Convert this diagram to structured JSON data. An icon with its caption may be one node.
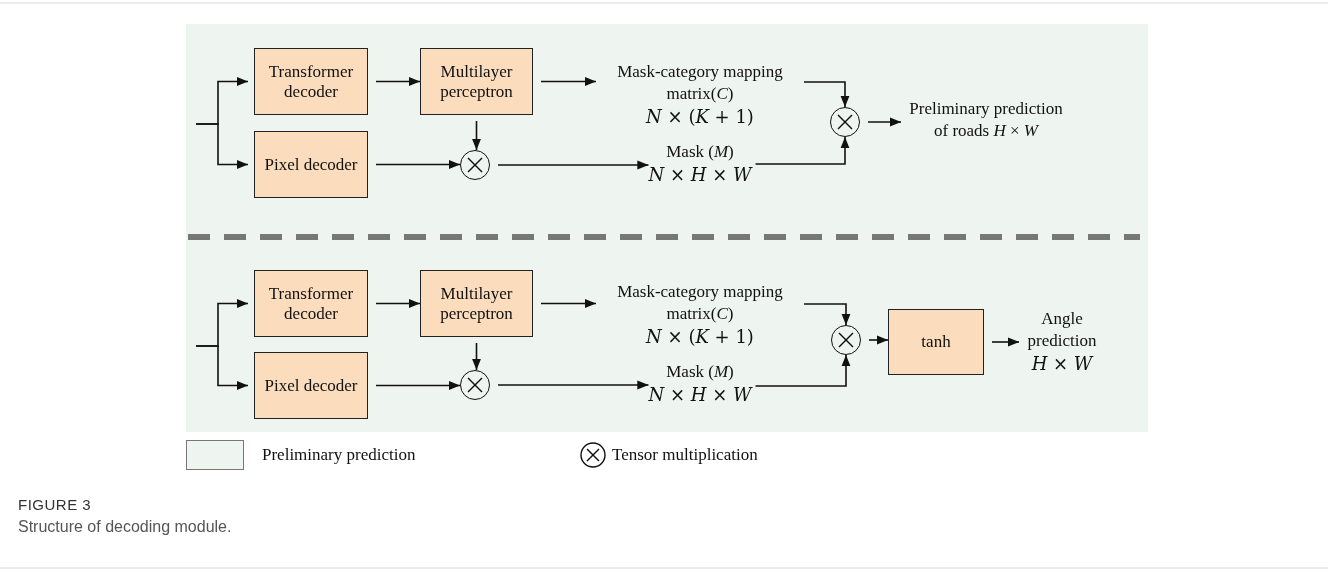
{
  "diagram": {
    "caption": "Structure of decoding module.",
    "nodes": [
      {
        "text": [],
        "shape": "box"
      },
      {
        "text": [
          "Transformer decoder"
        ],
        "in": 0
      },
      {
        "text": [
          "Multilayer perceptron"
        ],
        "in": 0
      },
      {
        "text": [
          "Pixel decoder"
        ],
        "in": 0
      },
      {
        "text": [],
        "shape": "circle",
        "in": 0
      },
      {
        "text": [
          "Mask-category mapping matrix(*C*)",
          "*N* × (*K* + 1)"
        ],
        "in": 0
      },
      {
        "text": [
          "Mask (*M*)",
          "*N* × *H* × *W*"
        ],
        "in": 0
      },
      {
        "text": [],
        "shape": "circle",
        "in": 0
      },
      {
        "text": [
          "Preliminary prediction of roads *H* × *W*"
        ],
        "in": 0
      },
      {
        "text": [
          "Transformer decoder"
        ],
        "in": 0
      },
      {
        "text": [
          "Multilayer perceptron"
        ],
        "in": 0
      },
      {
        "text": [
          "Pixel decoder"
        ],
        "in": 0
      },
      {
        "text": [],
        "shape": "circle",
        "in": 0
      },
      {
        "text": [
          "Mask-category mapping matrix(*C*)",
          "*N* × (*K* + 1)"
        ],
        "in": 0
      },
      {
        "text": [
          "Mask (*M*)",
          "*N* × *H* × *W*"
        ],
        "in": 0
      },
      {
        "text": [],
        "shape": "circle",
        "in": 0
      },
      {
        "text": [
          "tanh"
        ],
        "in": 0
      },
      {
        "text": [
          "Angle prediction",
          "*H* × *W*"
        ],
        "in": 0
      }
    ],
    "edges": [
      {
        "from": null,
        "to": 1,
        "arrow": "to"
      },
      {
        "from": null,
        "to": 3,
        "arrow": "to"
      },
      {
        "from": 1,
        "to": 2,
        "arrow": "to"
      },
      {
        "from": 2,
        "to": 4,
        "arrow": "to"
      },
      {
        "from": 3,
        "to": 4,
        "arrow": "to"
      },
      {
        "from": 2,
        "to": 5,
        "arrow": "to"
      },
      {
        "from": 4,
        "to": 6,
        "arrow": "to"
      },
      {
        "from": 5,
        "to": 7,
        "arrow": "to"
      },
      {
        "from": 6,
        "to": 7,
        "arrow": "to"
      },
      {
        "from": 7,
        "to": 8,
        "arrow": "to"
      },
      {
        "from": null,
        "to": 9,
        "arrow": "to"
      },
      {
        "from": null,
        "to": 11,
        "arrow": "to"
      },
      {
        "from": 9,
        "to": 10,
        "arrow": "to"
      },
      {
        "from": 10,
        "to": 12,
        "arrow": "to"
      },
      {
        "from": 11,
        "to": 12,
        "arrow": "to"
      },
      {
        "from": 10,
        "to": 13,
        "arrow": "to"
      },
      {
        "from": 12,
        "to": 14,
        "arrow": "to"
      },
      {
        "from": 13,
        "to": 15,
        "arrow": "to"
      },
      {
        "from": 14,
        "to": 15,
        "arrow": "to"
      },
      {
        "from": 15,
        "to": 16,
        "arrow": "to"
      },
      {
        "from": 16,
        "to": 17,
        "arrow": "to"
      }
    ],
    "labels": [
      "FIGURE 3"
    ],
    "legend": [
      {
        "text": "Preliminary prediction",
        "color": "#eef4ef"
      },
      {
        "text": "Tensor multiplication"
      }
    ]
  }
}
